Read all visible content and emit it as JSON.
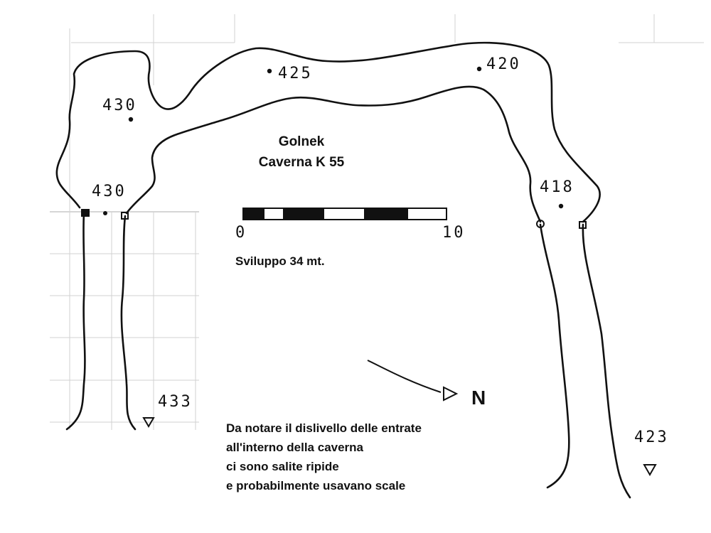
{
  "title": {
    "line1": "Golnek",
    "line2": "Caverna K 55"
  },
  "scale": {
    "label_start": "0",
    "label_end": "10",
    "caption": "Sviluppo 34 mt."
  },
  "north": {
    "label": "N"
  },
  "elevations": {
    "room_west": "430",
    "entrance_west": "430",
    "passage_mid": "425",
    "passage_east": "420",
    "room_east": "418",
    "exit_west": "433",
    "exit_east": "423"
  },
  "note": {
    "line1": "Da notare il dislivello delle entrate",
    "line2": "all'interno della caverna",
    "line3": "ci sono salite ripide",
    "line4": "e probabilmente usavano scale"
  }
}
